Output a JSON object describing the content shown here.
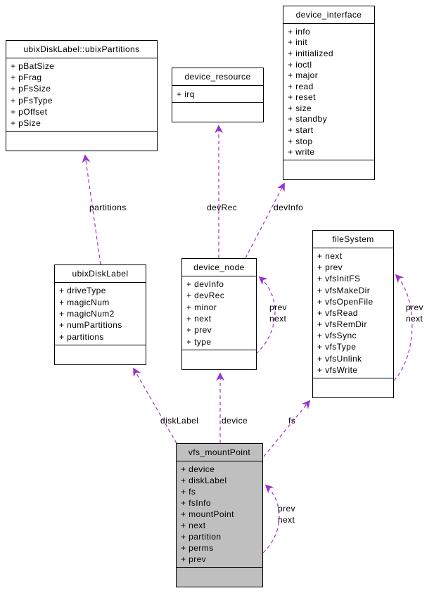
{
  "diagram": {
    "type": "uml-collaboration-graph",
    "edge_color": "#9a32cd",
    "highlight_fill": "#bfbfbf",
    "box_fill": "#ffffff",
    "border_color": "#000000"
  },
  "classes": [
    {
      "name": "ubixDiskLabel::ubixPartitions",
      "members": [
        "+ pBatSize",
        "+ pFrag",
        "+ pFsSize",
        "+ pFsType",
        "+ pOffset",
        "+ pSize"
      ]
    },
    {
      "name": "device_resource",
      "members": [
        "+ irq"
      ]
    },
    {
      "name": "device_interface",
      "members": [
        "+ info",
        "+ init",
        "+ initialized",
        "+ ioctl",
        "+ major",
        "+ read",
        "+ reset",
        "+ size",
        "+ standby",
        "+ start",
        "+ stop",
        "+ write"
      ]
    },
    {
      "name": "ubixDiskLabel",
      "members": [
        "+ driveType",
        "+ magicNum",
        "+ magicNum2",
        "+ numPartitions",
        "+ partitions"
      ]
    },
    {
      "name": "device_node",
      "members": [
        "+ devInfo",
        "+ devRec",
        "+ minor",
        "+ next",
        "+ prev",
        "+ type"
      ]
    },
    {
      "name": "fileSystem",
      "members": [
        "+ next",
        "+ prev",
        "+ vfsInitFS",
        "+ vfsMakeDir",
        "+ vfsOpenFile",
        "+ vfsRead",
        "+ vfsRemDir",
        "+ vfsSync",
        "+ vfsType",
        "+ vfsUnlink",
        "+ vfsWrite"
      ]
    },
    {
      "name": "vfs_mountPoint",
      "members": [
        "+ device",
        "+ diskLabel",
        "+ fs",
        "+ fsInfo",
        "+ mountPoint",
        "+ next",
        "+ partition",
        "+ perms",
        "+ prev"
      ],
      "highlighted": true
    }
  ],
  "edges": {
    "partitions": {
      "label": "partitions"
    },
    "devRec": {
      "label": "devRec"
    },
    "devInfo": {
      "label": "devInfo"
    },
    "diskLabel": {
      "label": "diskLabel"
    },
    "device": {
      "label": "device"
    },
    "fs": {
      "label": "fs"
    },
    "device_node_self": {
      "label_line1": "prev",
      "label_line2": "next"
    },
    "fileSystem_self": {
      "label_line1": "prev",
      "label_line2": "next"
    },
    "vfs_mountPoint_self": {
      "label_line1": "prev",
      "label_line2": "next"
    }
  }
}
